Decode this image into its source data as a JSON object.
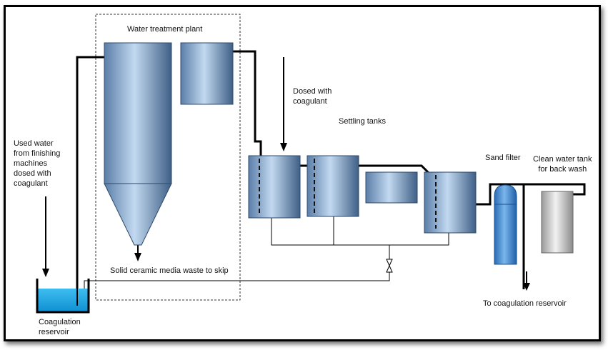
{
  "labels": {
    "water_treatment_plant": "Water treatment plant",
    "dosed_with_coagulant": "Dosed with\ncoagulant",
    "settling_tanks": "Settling tanks",
    "used_water": "Used water\nfrom finishing\nmachines\ndosed with\ncoagulant",
    "sand_filter": "Sand filter",
    "clean_water_tank": "Clean water tank\nfor back wash",
    "solid_waste": "Solid ceramic media waste to skip",
    "to_coagulation_reservoir": "To coagulation reservoir",
    "coagulation_reservoir": "Coagulation\nreservoir"
  },
  "colors": {
    "tank_light": "#c2d9f0",
    "tank_mid": "#8fb0d4",
    "tank_dark": "#3f5f86",
    "reservoir_water": "#1aa3e3",
    "sand_filter_light": "#7ab6ec",
    "sand_filter_dark": "#1f5fa8",
    "clean_tank_light": "#f2f2f2",
    "clean_tank_dark": "#8a8a8a",
    "pipe": "#000000"
  }
}
